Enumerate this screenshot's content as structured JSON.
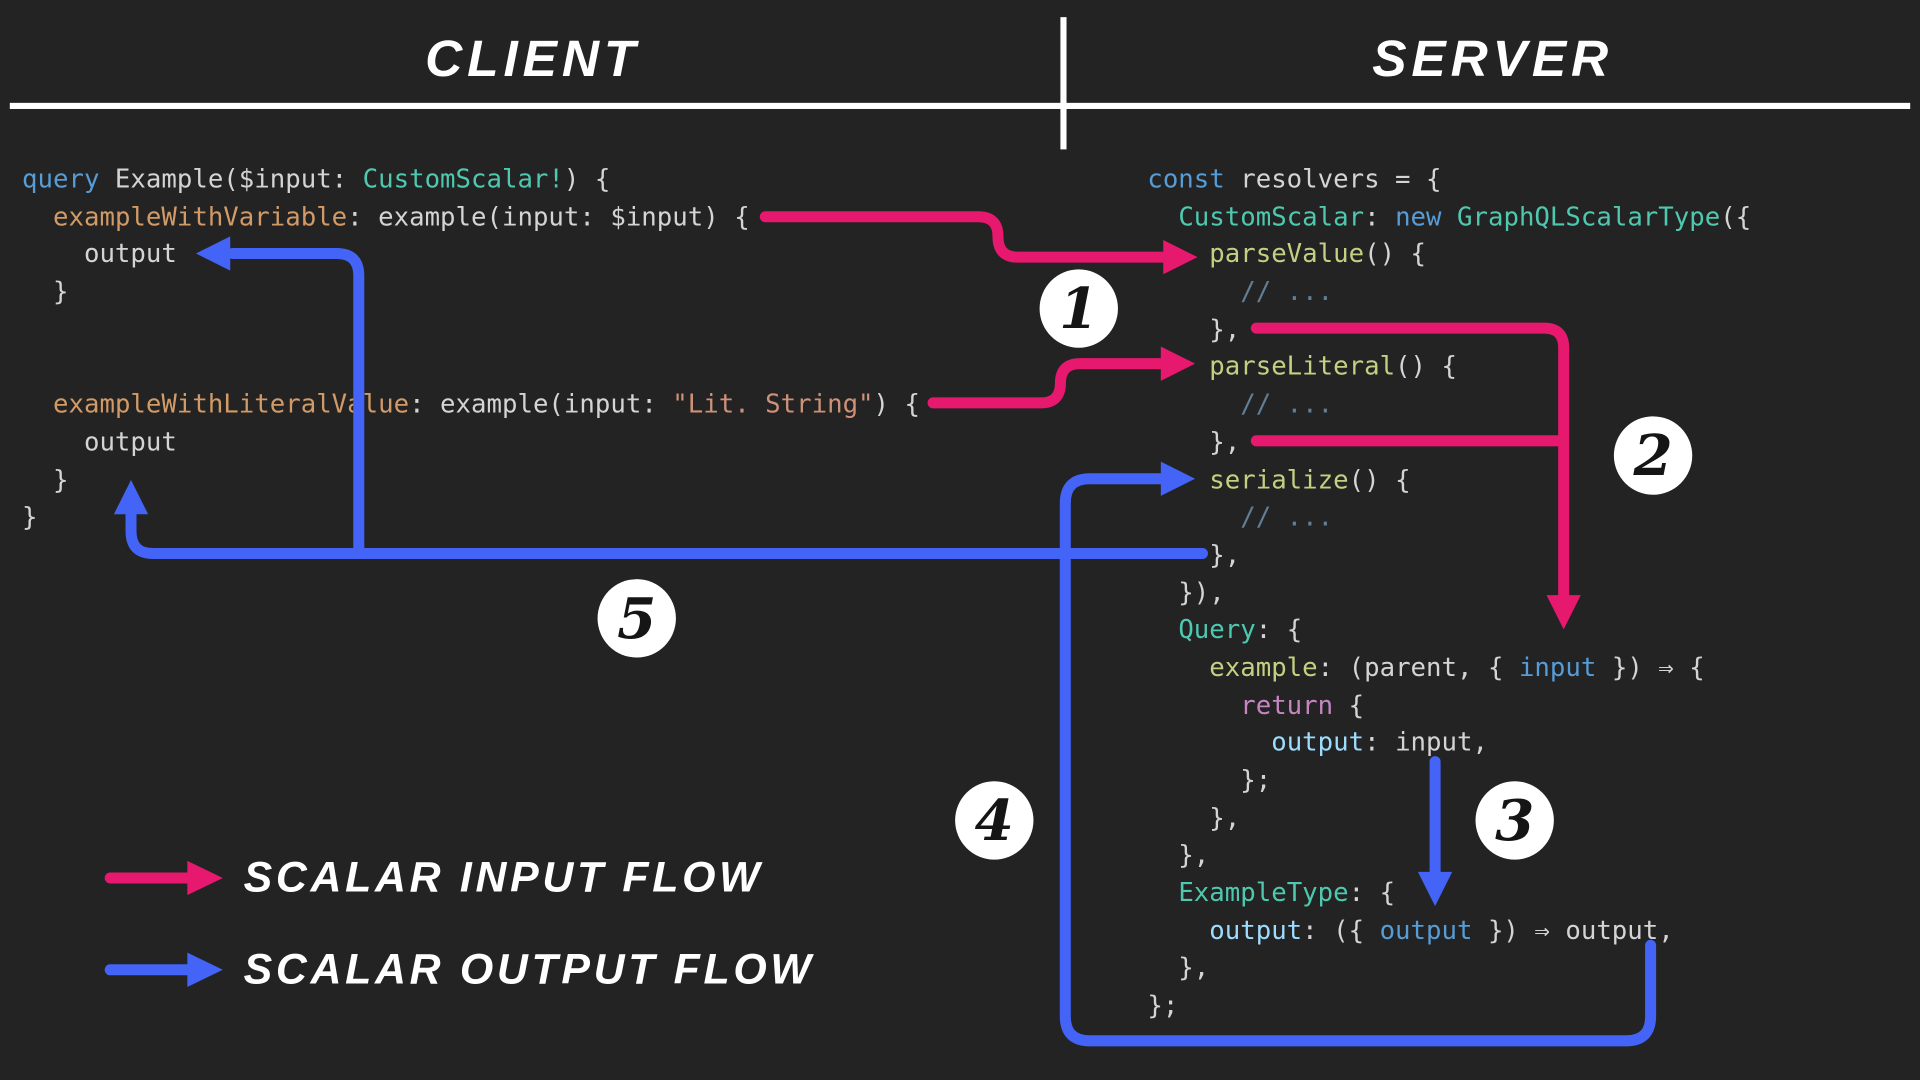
{
  "palette": {
    "bg": "#232323",
    "white": "#ffffff",
    "fg": "#d4d4d4",
    "kw": "#569cd6",
    "type": "#4ec9b0",
    "alias": "#d19a66",
    "str": "#ce9178",
    "func": "#c3d082",
    "comment": "#5f7e97",
    "ctrl": "#c586c0",
    "prop": "#9cdcfe",
    "pink": "#e6196e",
    "blue": "#4364f7"
  },
  "header": {
    "client": "CLIENT",
    "server": "SERVER"
  },
  "steps": [
    "1",
    "2",
    "3",
    "4",
    "5"
  ],
  "legend": [
    {
      "label": "SCALAR INPUT FLOW",
      "color": "pink"
    },
    {
      "label": "SCALAR OUTPUT FLOW",
      "color": "blue"
    }
  ],
  "client_code": {
    "lines": [
      [
        [
          "query",
          "kw"
        ],
        [
          " Example($input: ",
          "fg"
        ],
        [
          "CustomScalar!",
          "type"
        ],
        [
          ") {",
          "fg"
        ]
      ],
      [
        [
          "  ",
          "fg"
        ],
        [
          "exampleWithVariable",
          "alias"
        ],
        [
          ": example(input: $input) {",
          "fg"
        ]
      ],
      [
        [
          "    output",
          "fg"
        ]
      ],
      [
        [
          "  }",
          "fg"
        ]
      ],
      [],
      [],
      [
        [
          "  ",
          "fg"
        ],
        [
          "exampleWithLiteralValue",
          "alias"
        ],
        [
          ": example(input: ",
          "fg"
        ],
        [
          "\"Lit. String\"",
          "str"
        ],
        [
          ") {",
          "fg"
        ]
      ],
      [
        [
          "    output",
          "fg"
        ]
      ],
      [
        [
          "  }",
          "fg"
        ]
      ],
      [
        [
          "}",
          "fg"
        ]
      ]
    ]
  },
  "server_code": {
    "lines": [
      [
        [
          "const",
          "kw"
        ],
        [
          " resolvers = {",
          "fg"
        ]
      ],
      [
        [
          "  ",
          "fg"
        ],
        [
          "CustomScalar",
          "type"
        ],
        [
          ": ",
          "fg"
        ],
        [
          "new",
          "kw"
        ],
        [
          " ",
          "fg"
        ],
        [
          "GraphQLScalarType",
          "type"
        ],
        [
          "({",
          "fg"
        ]
      ],
      [
        [
          "    ",
          "fg"
        ],
        [
          "parseValue",
          "func"
        ],
        [
          "() {",
          "fg"
        ]
      ],
      [
        [
          "      ",
          "fg"
        ],
        [
          "// ...",
          "comment"
        ]
      ],
      [
        [
          "    },",
          "fg"
        ]
      ],
      [
        [
          "    ",
          "fg"
        ],
        [
          "parseLiteral",
          "func"
        ],
        [
          "() {",
          "fg"
        ]
      ],
      [
        [
          "      ",
          "fg"
        ],
        [
          "// ...",
          "comment"
        ]
      ],
      [
        [
          "    },",
          "fg"
        ]
      ],
      [
        [
          "    ",
          "fg"
        ],
        [
          "serialize",
          "func"
        ],
        [
          "() {",
          "fg"
        ]
      ],
      [
        [
          "      ",
          "fg"
        ],
        [
          "// ...",
          "comment"
        ]
      ],
      [
        [
          "    },",
          "fg"
        ]
      ],
      [
        [
          "  }),",
          "fg"
        ]
      ],
      [
        [
          "  ",
          "fg"
        ],
        [
          "Query",
          "type"
        ],
        [
          ": {",
          "fg"
        ]
      ],
      [
        [
          "    ",
          "fg"
        ],
        [
          "example",
          "func"
        ],
        [
          ": (parent, { ",
          "fg"
        ],
        [
          "input",
          "kw"
        ],
        [
          " }) ⇒ {",
          "fg"
        ]
      ],
      [
        [
          "      ",
          "fg"
        ],
        [
          "return",
          "ctrl"
        ],
        [
          " {",
          "fg"
        ]
      ],
      [
        [
          "        ",
          "fg"
        ],
        [
          "output",
          "prop"
        ],
        [
          ": input,",
          "fg"
        ]
      ],
      [
        [
          "      };",
          "fg"
        ]
      ],
      [
        [
          "    },",
          "fg"
        ]
      ],
      [
        [
          "  },",
          "fg"
        ]
      ],
      [
        [
          "  ",
          "fg"
        ],
        [
          "ExampleType",
          "type"
        ],
        [
          ": {",
          "fg"
        ]
      ],
      [
        [
          "    ",
          "fg"
        ],
        [
          "output",
          "prop"
        ],
        [
          ": ({ ",
          "fg"
        ],
        [
          "output",
          "kw"
        ],
        [
          " }) ⇒ output,",
          "fg"
        ]
      ],
      [
        [
          "  },",
          "fg"
        ]
      ],
      [
        [
          "};",
          "fg"
        ]
      ]
    ]
  }
}
